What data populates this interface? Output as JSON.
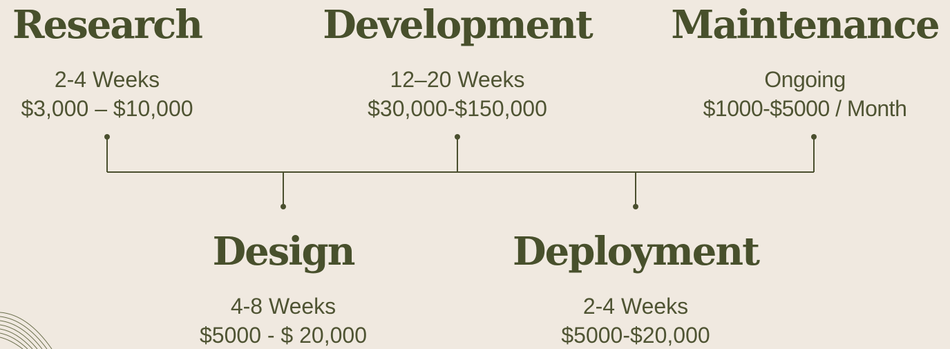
{
  "phases": [
    {
      "title": "Research",
      "duration": "2-4  Weeks",
      "cost": "$3,000 – $10,000"
    },
    {
      "title": "Design",
      "duration": "4-8 Weeks",
      "cost": "$5000 - $ 20,000"
    },
    {
      "title": "Development",
      "duration": "12–20 Weeks",
      "cost": "$30,000-$150,000"
    },
    {
      "title": "Deployment",
      "duration": "2-4 Weeks",
      "cost": "$5000-$20,000"
    },
    {
      "title": "Maintenance",
      "duration": "Ongoing",
      "cost": "$1000-$5000 / Month"
    }
  ],
  "colors": {
    "background": "#f0e9e0",
    "ink": "#48502c",
    "line": "#4a4f2e"
  }
}
